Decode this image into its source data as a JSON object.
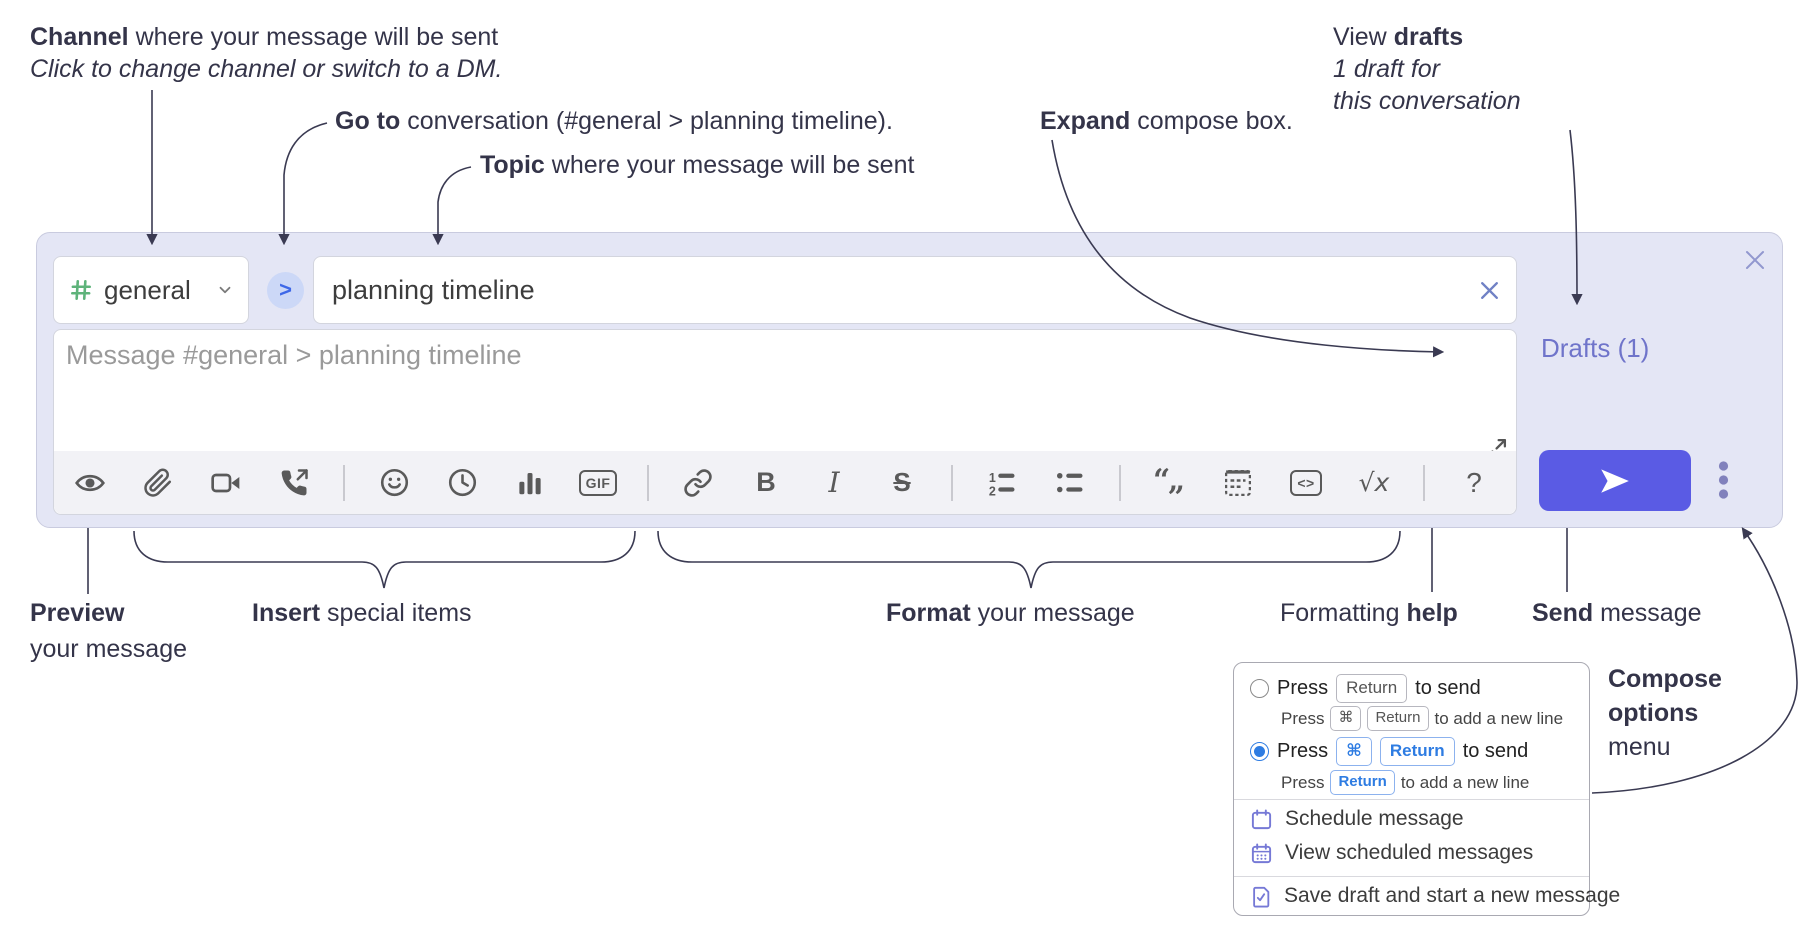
{
  "annotations": {
    "channel_line1_bold": "Channel",
    "channel_line1_rest": " where your message will be sent",
    "channel_line2": "Click to change channel or switch to a DM.",
    "goto_bold": "Go to",
    "goto_rest": " conversation (#general > planning timeline).",
    "topic_bold": "Topic",
    "topic_rest": " where your message will be sent",
    "expand_bold": "Expand",
    "expand_rest": " compose box.",
    "drafts_pre": "View ",
    "drafts_bold": "drafts",
    "drafts_line2": "1 draft for",
    "drafts_line3": "this conversation",
    "preview_bold": "Preview",
    "preview_line2": "your message",
    "insert_bold": "Insert",
    "insert_rest": " special items",
    "format_bold": "Format",
    "format_rest": " your message",
    "help_pre": "Formatting ",
    "help_bold": "help",
    "send_bold": "Send",
    "send_rest": " message",
    "options_line1": "Compose",
    "options_line2": "options",
    "options_line3": "menu"
  },
  "compose": {
    "channel_name": "general",
    "topic_value": "planning timeline",
    "message_placeholder": "Message #general > planning timeline",
    "drafts_link": "Drafts (1)",
    "toolbar": {
      "gif": "GIF",
      "bold": "B",
      "italic": "I",
      "strike": "S",
      "quote_open": "“",
      "quote_close": "„",
      "code": "<>",
      "math": "√x",
      "help": "?"
    }
  },
  "popup": {
    "opt1_press": "Press",
    "opt1_key": "Return",
    "opt1_suffix": "to send",
    "opt1_sub_press": "Press",
    "opt1_sub_key1": "⌘",
    "opt1_sub_key2": "Return",
    "opt1_sub_suffix": "to add a new line",
    "opt2_press": "Press",
    "opt2_key1": "⌘",
    "opt2_key2": "Return",
    "opt2_suffix": "to send",
    "opt2_sub_press": "Press",
    "opt2_sub_key": "Return",
    "opt2_sub_suffix": "to add a new line",
    "item_schedule": "Schedule message",
    "item_view_scheduled": "View scheduled messages",
    "item_save_draft": "Save draft and start a new message"
  },
  "colors": {
    "compose_bg": "#e4e6f5",
    "send_accent": "#5a5be4",
    "link_purple": "#6f74ca",
    "selected_blue": "#2e7ce2",
    "menu_icon_purple": "#7679d6",
    "hash_green": "#5eb37a",
    "annotation_ink": "#343449"
  }
}
